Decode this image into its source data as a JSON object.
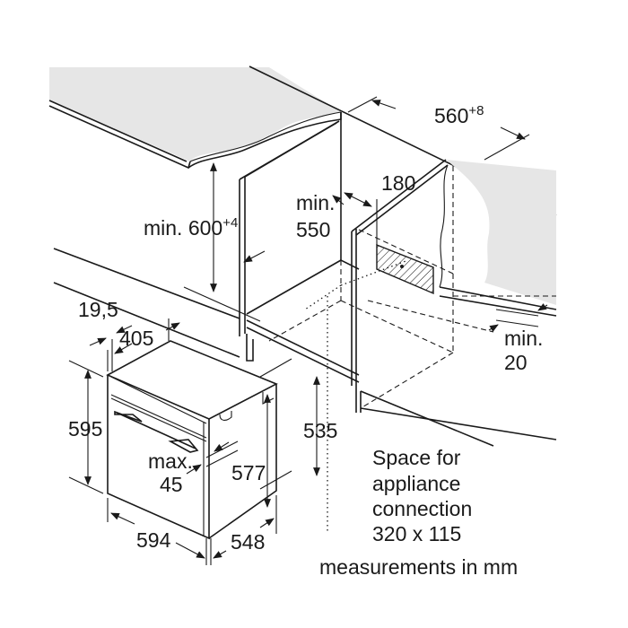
{
  "dimensions": {
    "cabinet_height": {
      "prefix": "min. 600",
      "tolerance": "+4"
    },
    "cabinet_depth": {
      "line1": "min.",
      "line2": "550"
    },
    "connection_offset": "180",
    "niche_width": {
      "value": "560",
      "tolerance": "+8"
    },
    "rear_gap": {
      "line1": "min.",
      "line2": "20"
    },
    "front_panel": "19,5",
    "top_depth": "405",
    "oven_height": "595",
    "door_gap": {
      "line1": "max.",
      "line2": "45"
    },
    "inner_height": "577",
    "side_height": "535",
    "oven_width": "594",
    "oven_depth": "548"
  },
  "connection_note": [
    "Space for",
    "appliance",
    "connection",
    "320 x 115"
  ],
  "units_note": "measurements in mm",
  "colors": {
    "countertop": "#e6e6e6",
    "line": "#1a1a1a"
  }
}
